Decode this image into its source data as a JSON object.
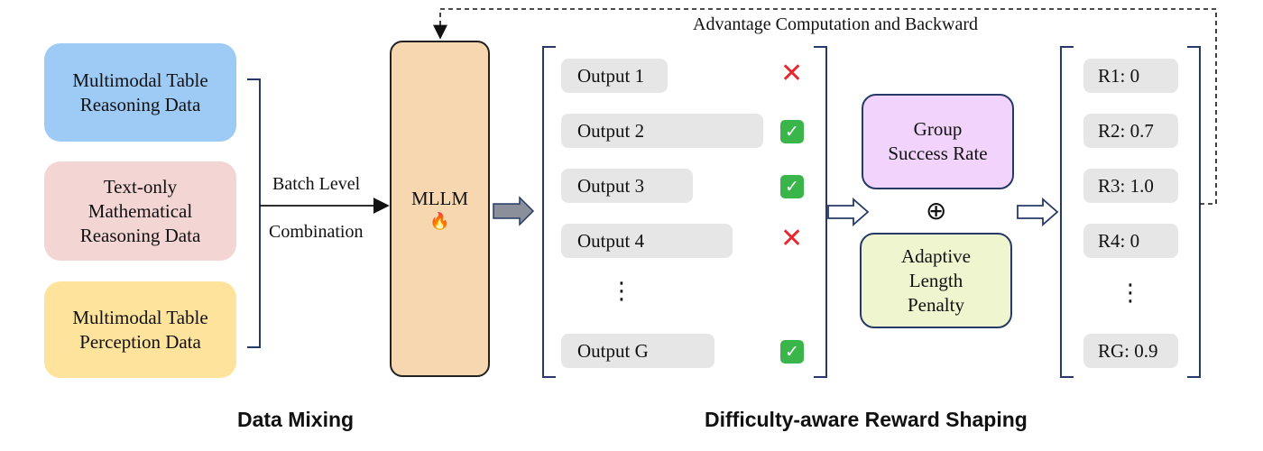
{
  "sources": [
    {
      "label": "Multimodal Table\nReasoning Data",
      "color": "#9ecbf6"
    },
    {
      "label": "Text-only\nMathematical\nReasoning Data",
      "color": "#f3d5d4"
    },
    {
      "label": "Multimodal Table\nPerception Data",
      "color": "#fde39c"
    }
  ],
  "combine": {
    "line1": "Batch Level",
    "line2": "Combination"
  },
  "model": {
    "label": "MLLM",
    "flame": "🔥"
  },
  "outputs": [
    {
      "label": "Output 1",
      "result": "wrong"
    },
    {
      "label": "Output 2",
      "result": "correct"
    },
    {
      "label": "Output 3",
      "result": "correct"
    },
    {
      "label": "Output 4",
      "result": "wrong"
    },
    {
      "label": "Output G",
      "result": "correct"
    }
  ],
  "ellipsis": "⋮",
  "mid": {
    "success": "Group\nSuccess Rate",
    "success_color": "#f1d3fb",
    "oplus": "⊕",
    "penalty": "Adaptive\nLength\nPenalty",
    "penalty_color": "#eff6cf"
  },
  "rewards": [
    "R1: 0",
    "R2: 0.7",
    "R3: 1.0",
    "R4: 0",
    "RG: 0.9"
  ],
  "feedback_label": "Advantage Computation and Backward",
  "titles": {
    "left": "Data Mixing",
    "right": "Difficulty-aware Reward Shaping"
  },
  "colors": {
    "model_fill": "#f6d7b0",
    "box_border": "#253a66",
    "wrong": "#e8272f",
    "correct": "#39b54a",
    "pill": "#e6e6e6"
  }
}
